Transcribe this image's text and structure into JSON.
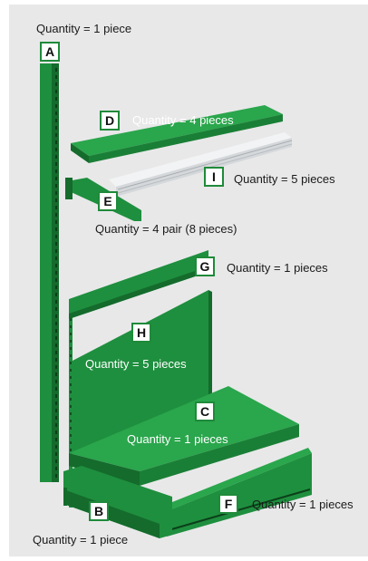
{
  "colors": {
    "panel": "#e8e8e9",
    "shelf_green": "#1e8f3e",
    "shelf_green_dark": "#146b2c",
    "shelf_green_light": "#2aa64c",
    "rail_silver": "#d5d8db",
    "badge_border": "#1f8a3a"
  },
  "parts": [
    {
      "letter": "A",
      "caption": "Quantity = 1 piece"
    },
    {
      "letter": "D",
      "caption": "Quantity = 4 pieces"
    },
    {
      "letter": "I",
      "caption": "Quantity = 5 pieces"
    },
    {
      "letter": "E",
      "caption": "Quantity = 4 pair (8 pieces)"
    },
    {
      "letter": "G",
      "caption": "Quantity = 1 pieces"
    },
    {
      "letter": "H",
      "caption": "Quantity = 5 pieces"
    },
    {
      "letter": "C",
      "caption": "Quantity = 1 pieces"
    },
    {
      "letter": "F",
      "caption": "Quantity = 1 pieces"
    },
    {
      "letter": "B",
      "caption": "Quantity = 1 piece"
    }
  ]
}
